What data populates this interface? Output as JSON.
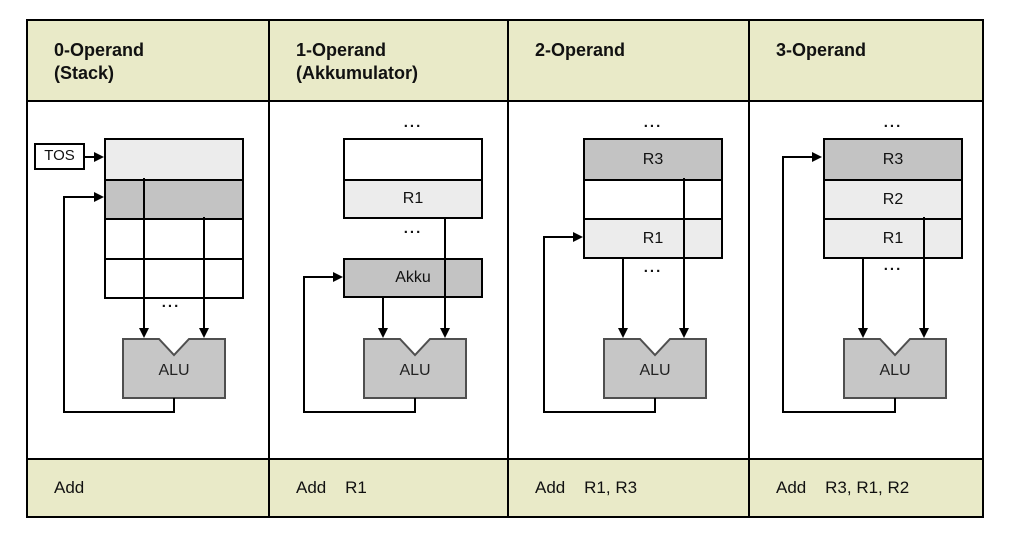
{
  "shared": {
    "alu_label": "ALU",
    "ellipsis": "..."
  },
  "colors": {
    "band_bg": "#e9eac8",
    "light_cell": "#ececec",
    "dark_cell": "#c3c3c3",
    "alu_fill": "#c6c6c6",
    "alu_border": "#4f4f4f",
    "line": "#000000"
  },
  "columns": [
    {
      "header_line1": "0-Operand",
      "header_line2": "(Stack)",
      "instruction": "Add",
      "tos_label": "TOS",
      "stack_rows": [
        {
          "label": "",
          "shade": "light"
        },
        {
          "label": "",
          "shade": "dark"
        },
        {
          "label": "",
          "shade": "white"
        },
        {
          "label": "",
          "shade": "white"
        }
      ]
    },
    {
      "header_line1": "1-Operand",
      "header_line2": "(Akkumulator)",
      "instruction": "Add    R1",
      "accumulator_label": "Akku",
      "register_rows": [
        {
          "label": "",
          "shade": "white"
        },
        {
          "label": "R1",
          "shade": "light"
        }
      ]
    },
    {
      "header_line1": "2-Operand",
      "header_line2": "",
      "instruction": "Add    R1, R3",
      "register_rows": [
        {
          "label": "R3",
          "shade": "dark"
        },
        {
          "label": "",
          "shade": "white"
        },
        {
          "label": "R1",
          "shade": "light"
        }
      ]
    },
    {
      "header_line1": "3-Operand",
      "header_line2": "",
      "instruction": "Add    R3, R1, R2",
      "register_rows": [
        {
          "label": "R3",
          "shade": "dark"
        },
        {
          "label": "R2",
          "shade": "light"
        },
        {
          "label": "R1",
          "shade": "light"
        }
      ]
    }
  ]
}
